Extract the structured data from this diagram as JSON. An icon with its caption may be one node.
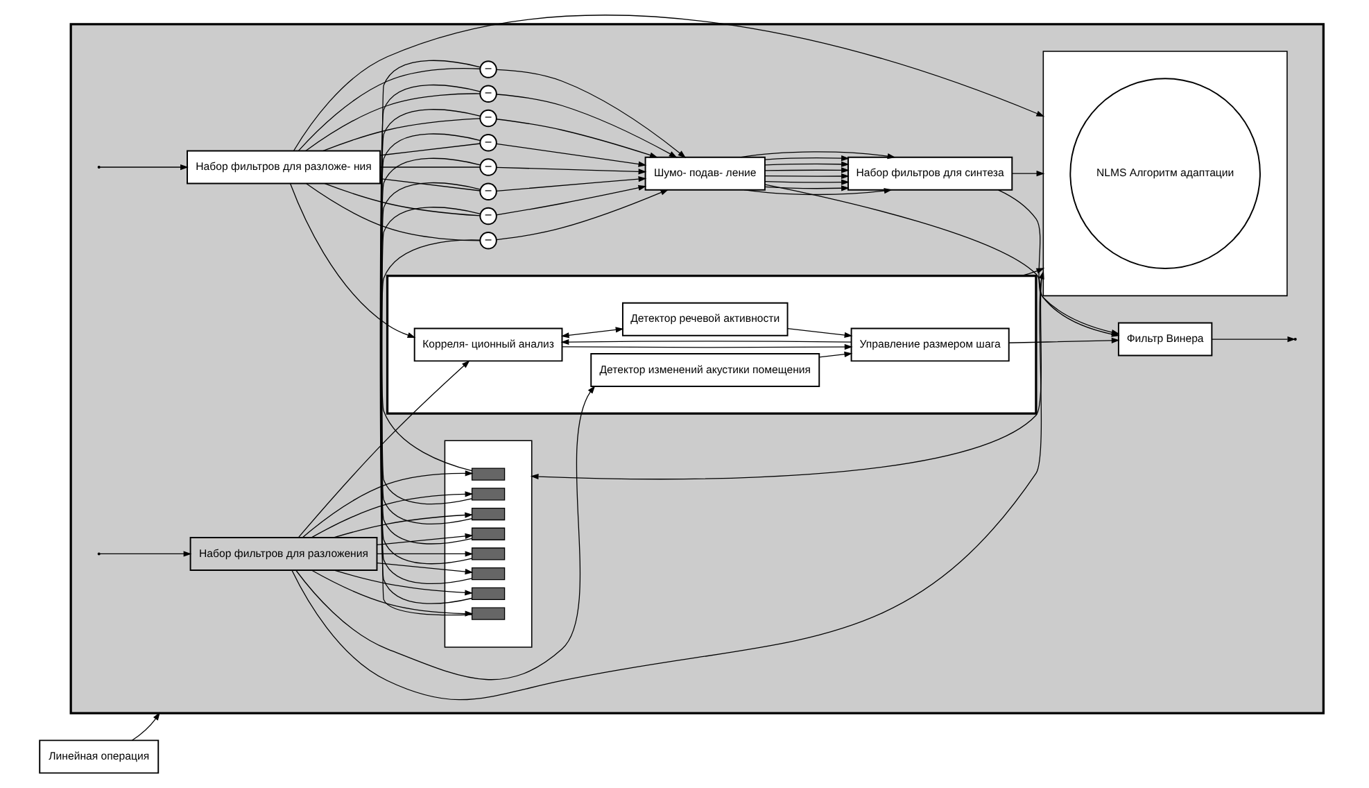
{
  "diagram": {
    "nodes": [
      {
        "text": [],
        "shape": "box"
      },
      {
        "text": [
          "Набор фильтров для разложе- ния"
        ],
        "in": 0
      },
      {
        "text": [
          "−"
        ],
        "in": 0
      },
      {
        "text": [
          "−"
        ],
        "in": 0
      },
      {
        "text": [
          "−"
        ],
        "in": 0
      },
      {
        "text": [
          "−"
        ],
        "in": 0
      },
      {
        "text": [
          "−"
        ],
        "in": 0
      },
      {
        "text": [
          "−"
        ],
        "in": 0
      },
      {
        "text": [
          "−"
        ],
        "in": 0
      },
      {
        "text": [
          "−"
        ],
        "in": 0
      },
      {
        "text": [
          "Шумо- подав- ление"
        ],
        "in": 0
      },
      {
        "text": [
          "Набор фильтров для синтеза"
        ],
        "in": 0
      },
      {
        "text": [
          "Фильтр Винера"
        ],
        "in": 0
      },
      {
        "text": [],
        "shape": "box",
        "in": 0
      },
      {
        "text": [],
        "shape": "bar",
        "in": 13
      },
      {
        "text": [],
        "shape": "bar",
        "in": 13
      },
      {
        "text": [],
        "shape": "bar",
        "in": 13
      },
      {
        "text": [],
        "shape": "bar",
        "in": 13
      },
      {
        "text": [],
        "shape": "bar",
        "in": 13
      },
      {
        "text": [],
        "shape": "bar",
        "in": 13
      },
      {
        "text": [],
        "shape": "bar",
        "in": 13
      },
      {
        "text": [],
        "shape": "bar",
        "in": 13
      },
      {
        "text": [],
        "shape": "box",
        "in": 0
      },
      {
        "text": [
          "NLMS Алгоритм адаптации"
        ],
        "in": 22
      },
      {
        "text": [],
        "shape": "box",
        "in": 0
      },
      {
        "text": [
          "Корреля- ционный анализ"
        ],
        "in": 24
      },
      {
        "text": [
          "Управление размером шага"
        ],
        "in": 24
      },
      {
        "text": [
          "Детектор речевой активности"
        ],
        "in": 24
      },
      {
        "text": [
          "Детектор изменений акустики помещения"
        ],
        "in": 24
      },
      {
        "text": [
          "Набор фильтров для разложения"
        ],
        "in": 0
      },
      {
        "text": [
          "Линейная операция"
        ]
      }
    ],
    "edges": [
      {
        "from": null,
        "to": 1,
        "arrow": "to"
      },
      {
        "from": 1,
        "to": 2,
        "arrow": "none"
      },
      {
        "from": 1,
        "to": 3,
        "arrow": "none"
      },
      {
        "from": 1,
        "to": 4,
        "arrow": "none"
      },
      {
        "from": 1,
        "to": 5,
        "arrow": "none"
      },
      {
        "from": 1,
        "to": 6,
        "arrow": "none"
      },
      {
        "from": 1,
        "to": 7,
        "arrow": "none"
      },
      {
        "from": 1,
        "to": 8,
        "arrow": "none"
      },
      {
        "from": 1,
        "to": 9,
        "arrow": "none"
      },
      {
        "from": 2,
        "to": 10,
        "arrow": "to"
      },
      {
        "from": 3,
        "to": 10,
        "arrow": "to"
      },
      {
        "from": 4,
        "to": 10,
        "arrow": "to"
      },
      {
        "from": 5,
        "to": 10,
        "arrow": "to"
      },
      {
        "from": 6,
        "to": 10,
        "arrow": "to"
      },
      {
        "from": 7,
        "to": 10,
        "arrow": "to"
      },
      {
        "from": 8,
        "to": 10,
        "arrow": "to"
      },
      {
        "from": 9,
        "to": 10,
        "arrow": "to"
      },
      {
        "from": 14,
        "to": 2,
        "arrow": "none"
      },
      {
        "from": 15,
        "to": 3,
        "arrow": "none"
      },
      {
        "from": 16,
        "to": 4,
        "arrow": "none"
      },
      {
        "from": 17,
        "to": 5,
        "arrow": "none"
      },
      {
        "from": 18,
        "to": 6,
        "arrow": "none"
      },
      {
        "from": 19,
        "to": 7,
        "arrow": "none"
      },
      {
        "from": 20,
        "to": 8,
        "arrow": "none"
      },
      {
        "from": 21,
        "to": 9,
        "arrow": "none"
      },
      {
        "from": 10,
        "to": 11,
        "arrow": "to"
      },
      {
        "from": 10,
        "to": 11,
        "arrow": "to"
      },
      {
        "from": 10,
        "to": 11,
        "arrow": "to"
      },
      {
        "from": 10,
        "to": 11,
        "arrow": "to"
      },
      {
        "from": 10,
        "to": 11,
        "arrow": "to"
      },
      {
        "from": 10,
        "to": 11,
        "arrow": "to"
      },
      {
        "from": 10,
        "to": 11,
        "arrow": "to"
      },
      {
        "from": 10,
        "to": 11,
        "arrow": "to"
      },
      {
        "from": 11,
        "to": 12,
        "arrow": "to"
      },
      {
        "from": 12,
        "to": null,
        "arrow": "to"
      },
      {
        "from": 1,
        "to": 22,
        "arrow": "to"
      },
      {
        "from": 1,
        "to": 25,
        "arrow": "to"
      },
      {
        "from": 10,
        "to": 12,
        "arrow": "to"
      },
      {
        "from": 11,
        "to": 22,
        "arrow": "to"
      },
      {
        "from": 26,
        "to": 12,
        "arrow": "to"
      },
      {
        "from": 24,
        "to": 22,
        "arrow": "to"
      },
      {
        "from": 22,
        "to": 13,
        "arrow": "to"
      },
      {
        "from": 25,
        "to": 26,
        "arrow": "to"
      },
      {
        "from": 26,
        "to": 25,
        "arrow": "to"
      },
      {
        "from": 25,
        "to": 27,
        "arrow": "both"
      },
      {
        "from": 27,
        "to": 26,
        "arrow": "to"
      },
      {
        "from": 28,
        "to": 26,
        "arrow": "to"
      },
      {
        "from": 29,
        "to": 14,
        "arrow": "to"
      },
      {
        "from": 29,
        "to": 15,
        "arrow": "to"
      },
      {
        "from": 29,
        "to": 16,
        "arrow": "to"
      },
      {
        "from": 29,
        "to": 17,
        "arrow": "to"
      },
      {
        "from": 29,
        "to": 18,
        "arrow": "to"
      },
      {
        "from": 29,
        "to": 19,
        "arrow": "to"
      },
      {
        "from": 29,
        "to": 20,
        "arrow": "to"
      },
      {
        "from": 29,
        "to": 21,
        "arrow": "to"
      },
      {
        "from": 29,
        "to": 28,
        "arrow": "to"
      },
      {
        "from": 29,
        "to": 22,
        "arrow": "to"
      },
      {
        "from": 29,
        "to": 25,
        "arrow": "to"
      },
      {
        "from": null,
        "to": 29,
        "arrow": "to"
      },
      {
        "from": 30,
        "to": 0,
        "arrow": "to"
      }
    ]
  }
}
